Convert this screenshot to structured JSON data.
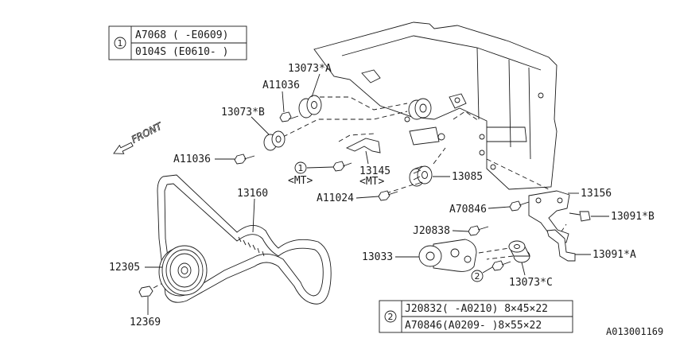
{
  "legend_1": {
    "marker": "1",
    "rows": [
      "A7068  ( -E0609)",
      "0104S  (E0610- )"
    ]
  },
  "legend_2": {
    "marker": "2",
    "rows": [
      "J20832( -A0210) 8×45×22",
      "A70846(A0209- )8×55×22"
    ]
  },
  "front_label": "FRONT",
  "labels": {
    "p13073a": "13073*A",
    "a11036_top": "A11036",
    "p13073b": "13073*B",
    "a11036_left": "A11036",
    "ref1_marker": "1",
    "ref1_mt": "<MT>",
    "p13145": "13145",
    "p13145_mt": "<MT>",
    "p13085": "13085",
    "a11024": "A11024",
    "p13156": "13156",
    "a70846": "A70846",
    "p13091b": "13091*B",
    "p13160": "13160",
    "j20838": "J20838",
    "p13033": "13033",
    "p13091a": "13091*A",
    "p12305": "12305",
    "ref2_marker": "2",
    "p13073c": "13073*C",
    "p12369": "12369"
  },
  "figure_id": "A013001169"
}
